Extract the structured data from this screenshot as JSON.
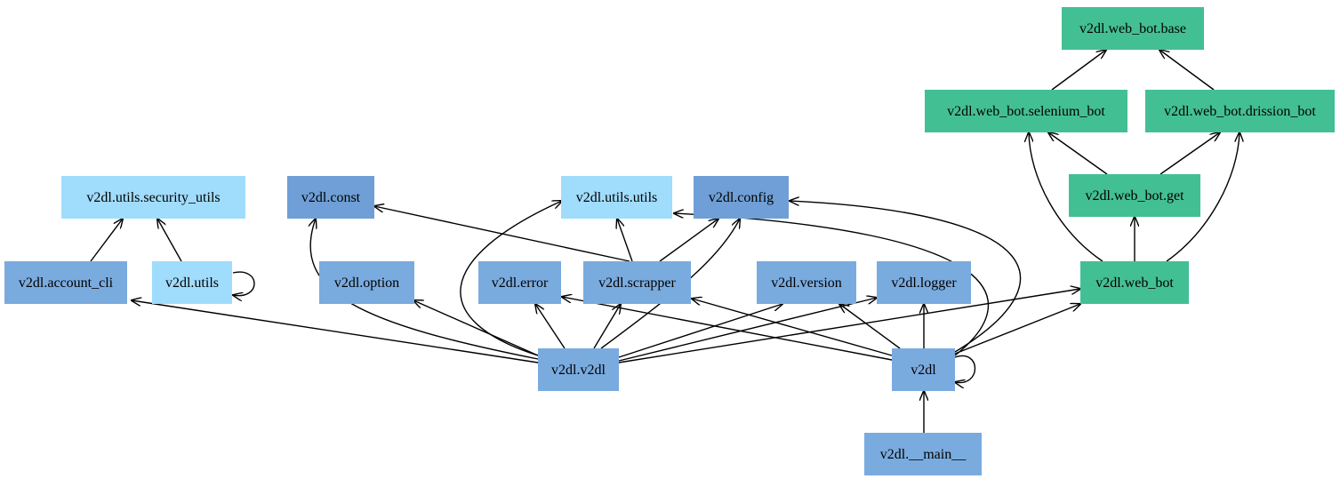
{
  "colors": {
    "light_blue": "#a0dcfc",
    "mid_blue": "#7aabdf",
    "dark_blue": "#6f9fd6",
    "green": "#43bf94",
    "edge": "#000000"
  },
  "nodes": {
    "web_bot_base": {
      "label": "v2dl.web_bot.base",
      "color": "green"
    },
    "web_bot_selenium_bot": {
      "label": "v2dl.web_bot.selenium_bot",
      "color": "green"
    },
    "web_bot_drission_bot": {
      "label": "v2dl.web_bot.drission_bot",
      "color": "green"
    },
    "web_bot_get": {
      "label": "v2dl.web_bot.get",
      "color": "green"
    },
    "web_bot": {
      "label": "v2dl.web_bot",
      "color": "green"
    },
    "utils_security_utils": {
      "label": "v2dl.utils.security_utils",
      "color": "light_blue"
    },
    "utils": {
      "label": "v2dl.utils",
      "color": "light_blue"
    },
    "account_cli": {
      "label": "v2dl.account_cli",
      "color": "mid_blue"
    },
    "const": {
      "label": "v2dl.const",
      "color": "dark_blue"
    },
    "utils_utils": {
      "label": "v2dl.utils.utils",
      "color": "light_blue"
    },
    "config": {
      "label": "v2dl.config",
      "color": "dark_blue"
    },
    "option": {
      "label": "v2dl.option",
      "color": "mid_blue"
    },
    "error": {
      "label": "v2dl.error",
      "color": "mid_blue"
    },
    "scrapper": {
      "label": "v2dl.scrapper",
      "color": "mid_blue"
    },
    "version": {
      "label": "v2dl.version",
      "color": "mid_blue"
    },
    "logger": {
      "label": "v2dl.logger",
      "color": "mid_blue"
    },
    "v2dl_v2dl": {
      "label": "v2dl.v2dl",
      "color": "mid_blue"
    },
    "v2dl": {
      "label": "v2dl",
      "color": "mid_blue"
    },
    "main": {
      "label": "v2dl.__main__",
      "color": "mid_blue"
    }
  },
  "edges": [
    [
      "web_bot_selenium_bot",
      "web_bot_base"
    ],
    [
      "web_bot_drission_bot",
      "web_bot_base"
    ],
    [
      "web_bot_get",
      "web_bot_selenium_bot"
    ],
    [
      "web_bot_get",
      "web_bot_drission_bot"
    ],
    [
      "web_bot",
      "web_bot_get"
    ],
    [
      "web_bot",
      "web_bot_selenium_bot"
    ],
    [
      "web_bot",
      "web_bot_drission_bot"
    ],
    [
      "account_cli",
      "utils_security_utils"
    ],
    [
      "utils",
      "utils_security_utils"
    ],
    [
      "utils",
      "utils"
    ],
    [
      "scrapper",
      "const"
    ],
    [
      "scrapper",
      "utils_utils"
    ],
    [
      "scrapper",
      "config"
    ],
    [
      "v2dl_v2dl",
      "account_cli"
    ],
    [
      "v2dl_v2dl",
      "const"
    ],
    [
      "v2dl_v2dl",
      "utils_utils"
    ],
    [
      "v2dl_v2dl",
      "config"
    ],
    [
      "v2dl_v2dl",
      "option"
    ],
    [
      "v2dl_v2dl",
      "error"
    ],
    [
      "v2dl_v2dl",
      "scrapper"
    ],
    [
      "v2dl_v2dl",
      "version"
    ],
    [
      "v2dl_v2dl",
      "logger"
    ],
    [
      "v2dl_v2dl",
      "web_bot"
    ],
    [
      "v2dl",
      "utils_utils"
    ],
    [
      "v2dl",
      "config"
    ],
    [
      "v2dl",
      "error"
    ],
    [
      "v2dl",
      "scrapper"
    ],
    [
      "v2dl",
      "version"
    ],
    [
      "v2dl",
      "logger"
    ],
    [
      "v2dl",
      "web_bot"
    ],
    [
      "v2dl",
      "v2dl"
    ],
    [
      "main",
      "v2dl"
    ]
  ]
}
